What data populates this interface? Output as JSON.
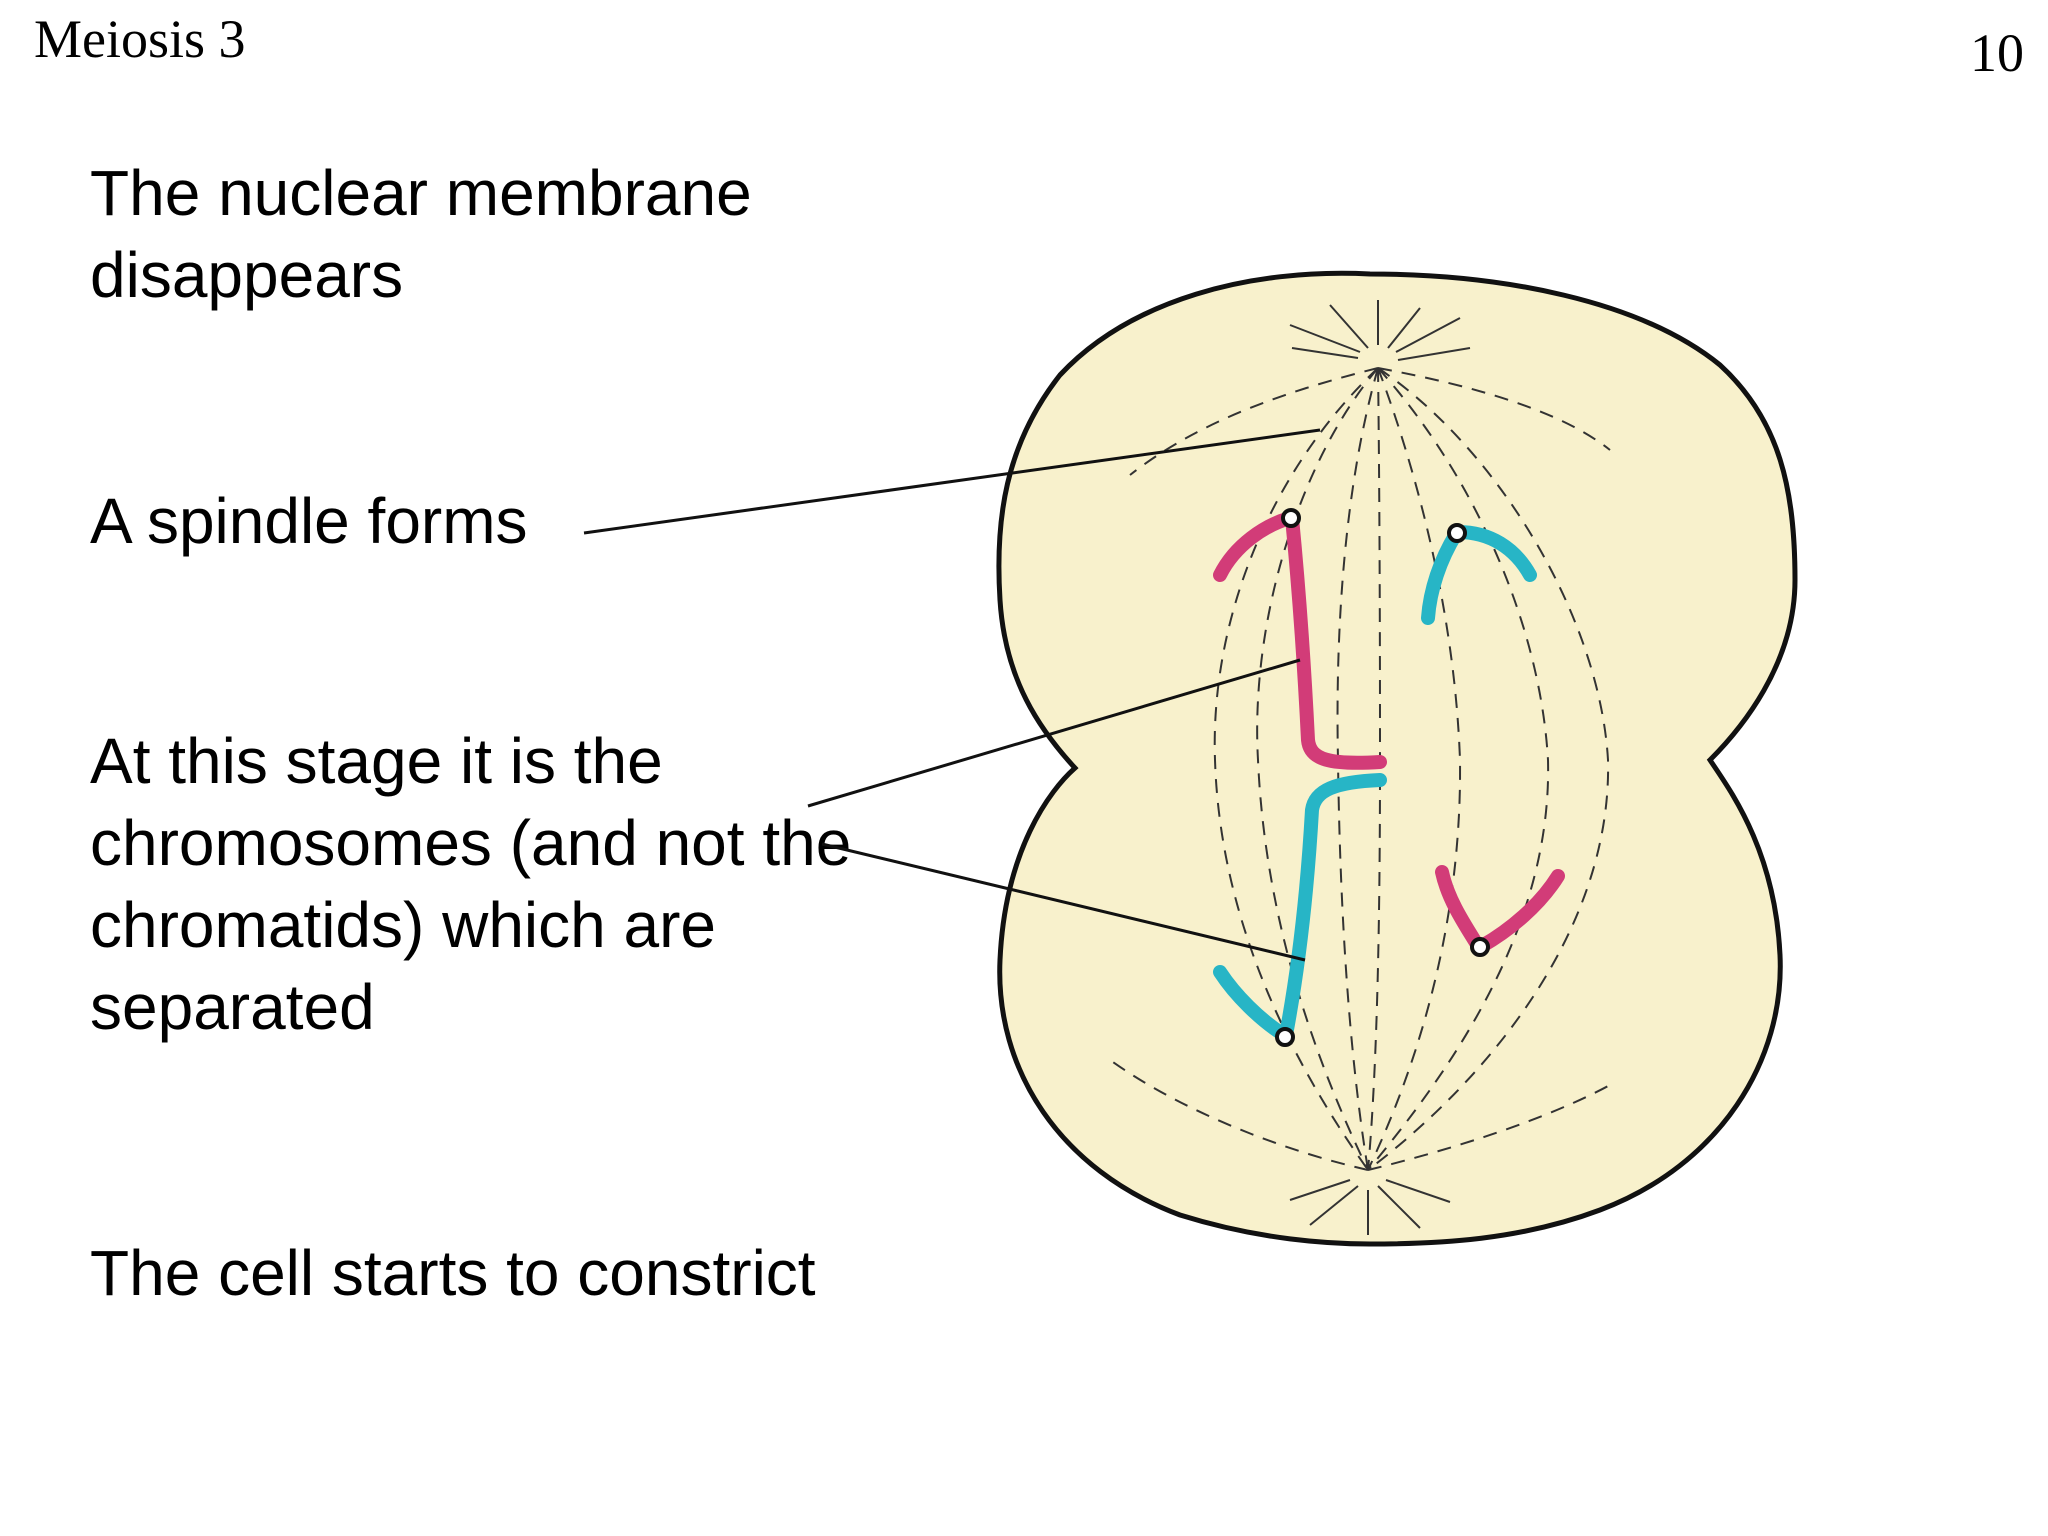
{
  "slide": {
    "title": "Meiosis 3",
    "page_number": "10"
  },
  "labels": {
    "membrane": "The nuclear membrane disappears",
    "spindle": "A spindle forms",
    "chromosomes": "At this stage it is the chromosomes (and not the chromatids) which are separated",
    "constrict": "The cell starts to constrict"
  },
  "colors": {
    "cell_fill": "#f8f1cc",
    "cell_outline": "#111111",
    "chromosome_red": "#d23c78",
    "chromosome_blue": "#27b5c6",
    "spindle_line": "#333333"
  }
}
